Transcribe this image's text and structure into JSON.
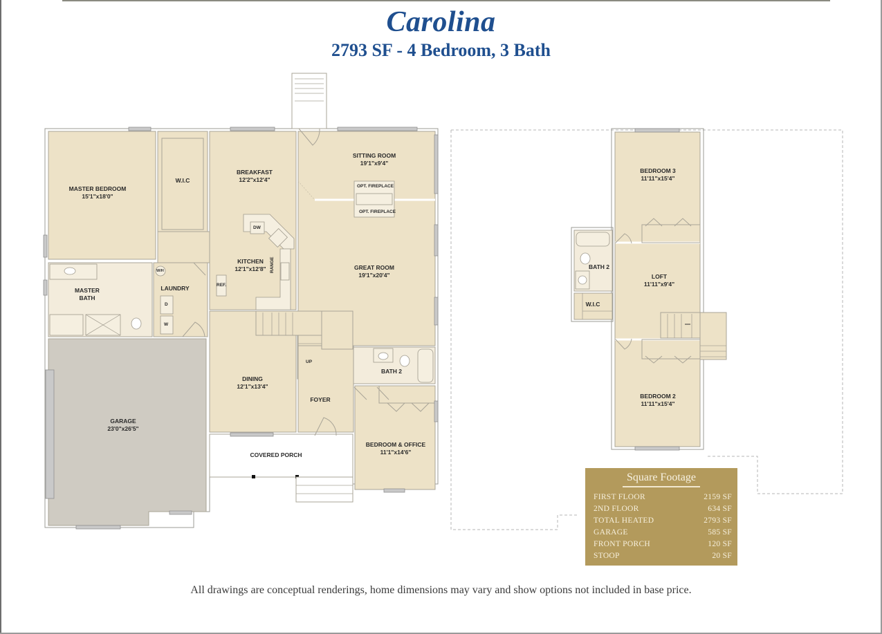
{
  "header": {
    "title": "Carolina",
    "subtitle": "2793 SF - 4 Bedroom, 3 Bath"
  },
  "colors": {
    "title_blue": "#1f4f8f",
    "room_fill": "#ede2c7",
    "bath_fill": "#f3ecdc",
    "garage_fill": "#cfcbc2",
    "wall": "#ffffff",
    "wall_outline": "#9b9b94",
    "window": "#c9c9c9",
    "sqft_box": "#b39a5c"
  },
  "first_floor": {
    "rooms": [
      {
        "name": "MASTER BEDROOM",
        "dims": "15'1\"x18'0\""
      },
      {
        "name": "W.I.C",
        "dims": ""
      },
      {
        "name": "BREAKFAST",
        "dims": "12'2\"x12'4\""
      },
      {
        "name": "SITTING ROOM",
        "dims": "19'1\"x9'4\""
      },
      {
        "name": "KITCHEN",
        "dims": "12'1\"x12'8\""
      },
      {
        "name": "GREAT ROOM",
        "dims": "19'1\"x20'4\""
      },
      {
        "name": "MASTER",
        "dims": "BATH"
      },
      {
        "name": "LAUNDRY",
        "dims": ""
      },
      {
        "name": "DINING",
        "dims": "12'1\"x13'4\""
      },
      {
        "name": "FOYER",
        "dims": ""
      },
      {
        "name": "BATH 2",
        "dims": ""
      },
      {
        "name": "GARAGE",
        "dims": "23'0\"x26'5\""
      },
      {
        "name": "COVERED PORCH",
        "dims": ""
      },
      {
        "name": "BEDROOM & OFFICE",
        "dims": "11'1\"x14'6\""
      }
    ],
    "fixtures": {
      "fireplace_top": "OPT. FIREPLACE",
      "fireplace_bottom": "OPT. FIREPLACE",
      "dishwasher": "DW",
      "range": "RANGE",
      "refrigerator": "REF.",
      "water_heater": "W/H",
      "dryer": "D",
      "washer": "W",
      "stairs_up": "UP"
    }
  },
  "second_floor": {
    "rooms": [
      {
        "name": "BEDROOM 3",
        "dims": "11'11\"x15'4\""
      },
      {
        "name": "BATH 2",
        "dims": ""
      },
      {
        "name": "LOFT",
        "dims": "11'11\"x9'4\""
      },
      {
        "name": "W.I.C",
        "dims": ""
      },
      {
        "name": "BEDROOM 2",
        "dims": "11'11\"x15'4\""
      }
    ]
  },
  "square_footage": {
    "title": "Square Footage",
    "rows": [
      {
        "label": "FIRST FLOOR",
        "value": "2159 SF"
      },
      {
        "label": "2ND FLOOR",
        "value": "634 SF"
      },
      {
        "label": "TOTAL HEATED",
        "value": "2793 SF"
      },
      {
        "label": "GARAGE",
        "value": "585 SF"
      },
      {
        "label": "FRONT PORCH",
        "value": "120 SF"
      },
      {
        "label": "STOOP",
        "value": "20 SF"
      }
    ]
  },
  "footer": {
    "disclaimer": "All drawings are conceptual renderings, home dimensions may vary and show options not included in base price."
  }
}
